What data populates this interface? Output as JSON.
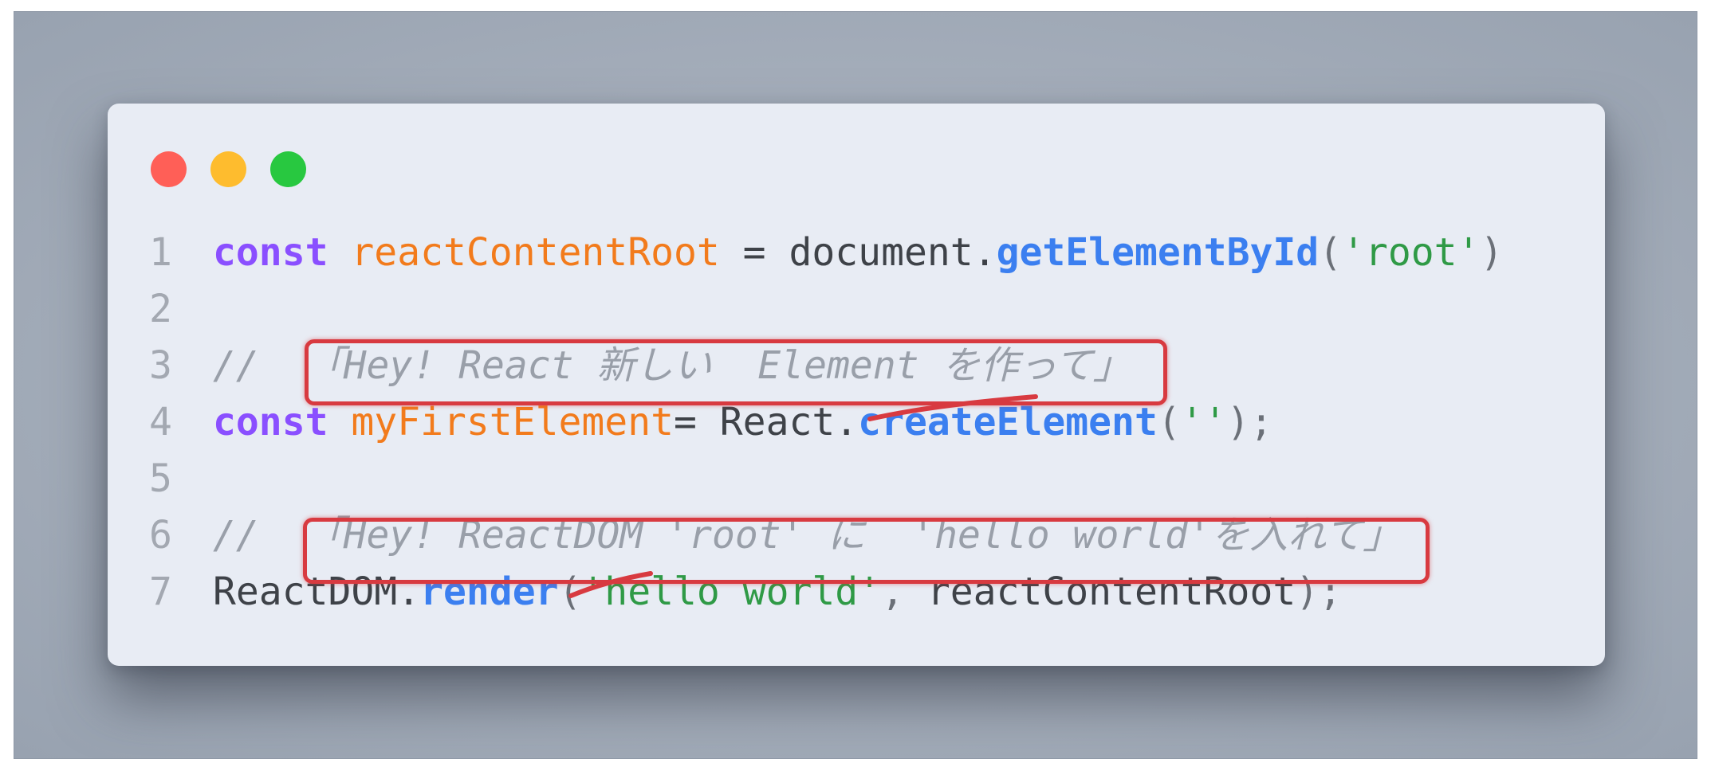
{
  "window": {
    "traffic_lights": {
      "close_color": "#ff5f57",
      "minimize_color": "#febc2e",
      "maximize_color": "#28c840"
    }
  },
  "code": {
    "lines": [
      {
        "number": "1",
        "kw": "const",
        "var": "reactContentRoot",
        "eq": " = ",
        "obj": "document.",
        "fn": "getElementById",
        "open": "(",
        "str": "'root'",
        "close": ")"
      },
      {
        "number": "2"
      },
      {
        "number": "3",
        "comment": "//  「Hey! React 新しい  Element を作って」"
      },
      {
        "number": "4",
        "kw": "const",
        "var": "myFirstElement",
        "eq": "= ",
        "obj": "React.",
        "fn": "createElement",
        "open": "(",
        "str": "''",
        "close": ");"
      },
      {
        "number": "5"
      },
      {
        "number": "6",
        "comment": "//  「Hey! ReactDOM 'root' に  'hello world'を入れて」"
      },
      {
        "number": "7",
        "obj": "ReactDOM.",
        "fn": "render",
        "open": "(",
        "str": "'hello world'",
        "sep": ", ",
        "arg": "reactContentRoot",
        "close": ");"
      }
    ]
  },
  "colors": {
    "keyword": "#8a4fff",
    "variable": "#f27b1c",
    "function": "#3b7ff0",
    "string": "#2f9a46",
    "comment": "#999fa9",
    "highlight": "#d83a40"
  }
}
